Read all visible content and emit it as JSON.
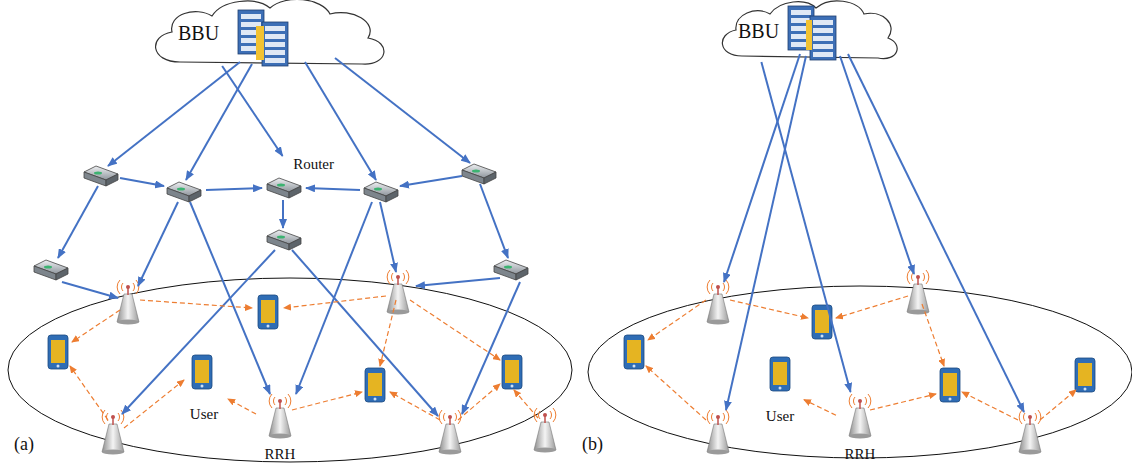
{
  "diagram": {
    "nodes": [
      {
        "text": [
          "BBU"
        ]
      },
      {
        "text": [
          "Router"
        ]
      },
      {
        "text": [
          "User"
        ]
      },
      {
        "text": [
          "RRH"
        ]
      },
      {
        "text": [
          "BBU"
        ]
      },
      {
        "text": [
          "User"
        ]
      },
      {
        "text": [
          "RRH"
        ]
      }
    ],
    "edges": [
      {
        "from": 0,
        "to": 1,
        "arrow": "to"
      },
      {
        "from": 3,
        "to": 2,
        "arrow": "to"
      },
      {
        "from": 4,
        "to": 6,
        "arrow": "to"
      },
      {
        "from": 6,
        "to": 5,
        "arrow": "to"
      }
    ],
    "labels": [
      "(a)",
      "(b)"
    ]
  }
}
